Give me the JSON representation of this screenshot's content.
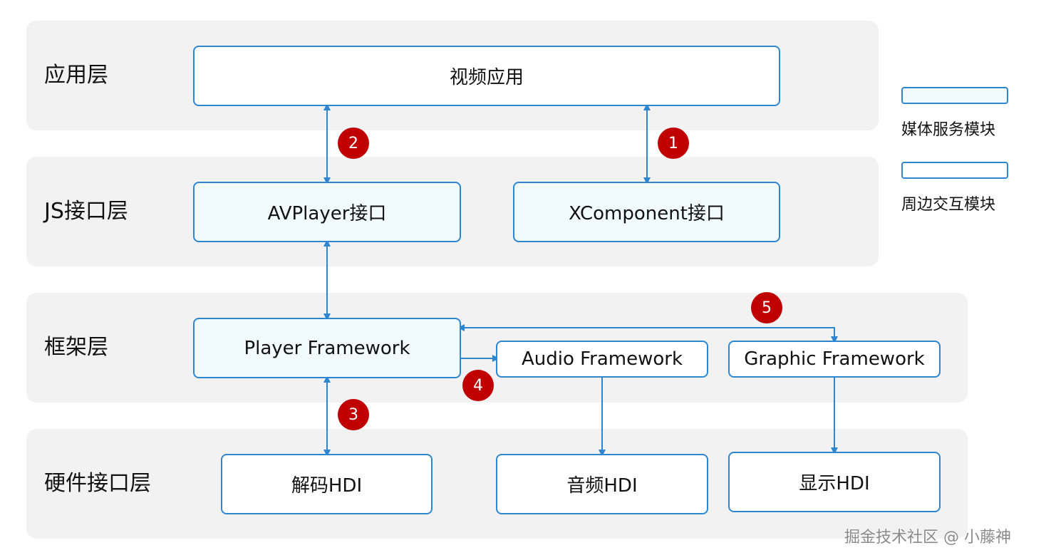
{
  "layers": {
    "app": "应用层",
    "js": "JS接口层",
    "framework": "框架层",
    "hardware": "硬件接口层"
  },
  "boxes": {
    "video_app": "视频应用",
    "avplayer": "AVPlayer接口",
    "xcomponent": "XComponent接口",
    "player_fw": "Player Framework",
    "audio_fw": "Audio Framework",
    "graphic_fw": "Graphic Framework",
    "decode_hdi": "解码HDI",
    "audio_hdi": "音频HDI",
    "display_hdi": "显示HDI"
  },
  "badges": [
    "1",
    "2",
    "3",
    "4",
    "5"
  ],
  "legend": {
    "media": "媒体服务模块",
    "peripheral": "周边交互模块"
  },
  "watermark": "掘金技术社区 @ 小藤神",
  "colors": {
    "layer_bg": "#f2f2f2",
    "box_border": "#2f86d0",
    "media_fill": "#f1fafd",
    "peripheral_fill": "#ffffff",
    "badge": "#c00000",
    "arrow": "#2f86d0"
  }
}
